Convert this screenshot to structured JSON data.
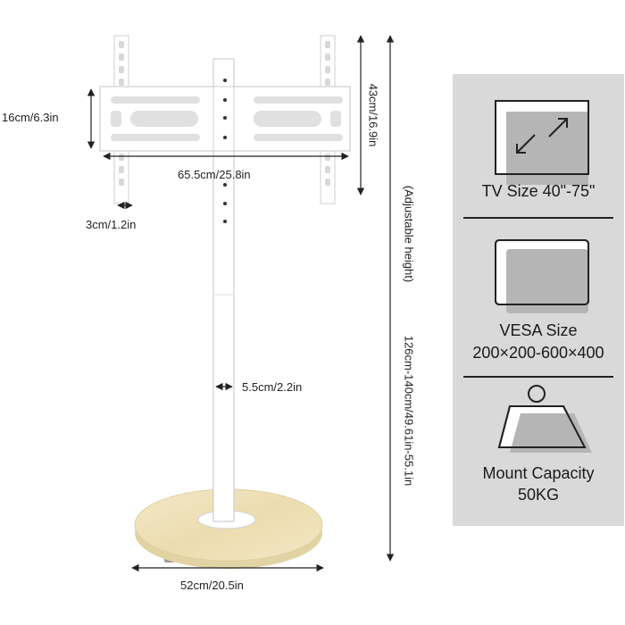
{
  "dimensions": {
    "bracket_height": "16cm/6.3in",
    "vesa_height": "43cm/16.9in",
    "bracket_width": "65.5cm/25.8in",
    "clearance": "3cm/1.2in",
    "pole_diameter": "5.5cm/2.2in",
    "base_diameter": "52cm/20.5in",
    "total_height": "126cm-140cm/49.61in-55.1in",
    "adjustable_note": "(Adjustable height)"
  },
  "features": {
    "tv_size": "TV Size 40\"-75\"",
    "vesa_line1": "VESA Size",
    "vesa_line2": "200×200-600×400",
    "capacity_line1": "Mount Capacity",
    "capacity_line2": "50KG"
  },
  "icons": [
    "tv-resize-icon",
    "vesa-screen-icon",
    "weight-icon"
  ],
  "colors": {
    "panel_bg": "#d9d9d9",
    "base_wood": "#ede0b8",
    "stand_white": "#ffffff",
    "outline": "#cfcfcf",
    "icon_stroke": "#222222",
    "icon_fill": "#b5b5b5"
  }
}
